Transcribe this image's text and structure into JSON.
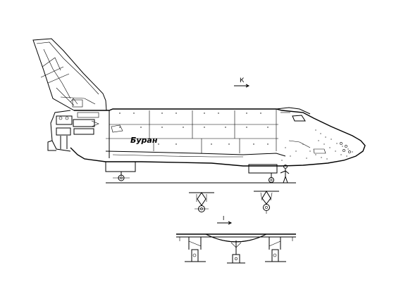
{
  "drawing": {
    "hull_lettering": "Буран",
    "view_label_k": "К",
    "view_label_i": "I"
  }
}
